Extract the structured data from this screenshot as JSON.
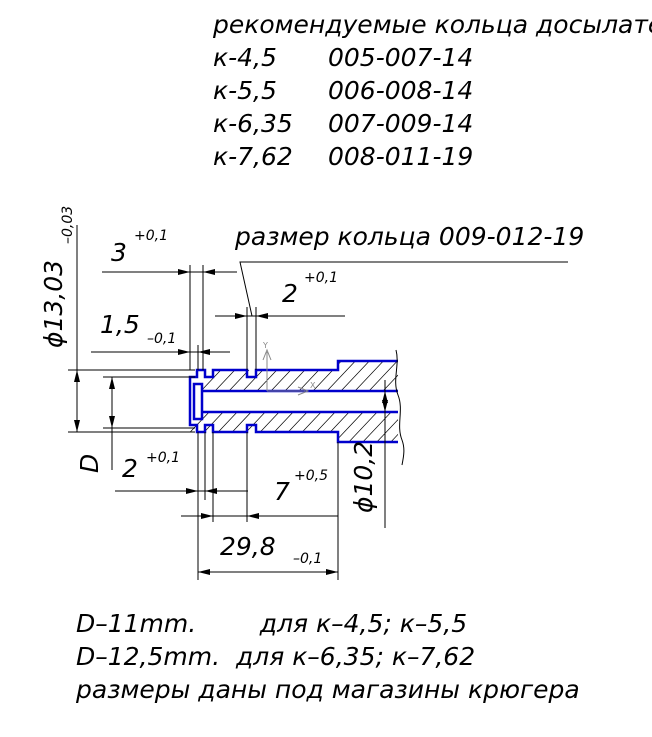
{
  "header": {
    "title": "рекомендуемые кольца досылателя",
    "rings": [
      {
        "caliber": "к-4,5",
        "ring": "005-007-14"
      },
      {
        "caliber": "к-5,5",
        "ring": "006-008-14"
      },
      {
        "caliber": "к-6,35",
        "ring": "007-009-14"
      },
      {
        "caliber": "к-7,62",
        "ring": "008-011-19"
      }
    ]
  },
  "drawing": {
    "ring_size_label": "размер кольца 009-012-19",
    "dims": {
      "outer_dia": "ϕ13,03",
      "outer_dia_tol": "–0,03",
      "groove_pos": "3",
      "groove_pos_tol": "+0,1",
      "flange": "1,5",
      "flange_tol": "–0,1",
      "groove2_width": "2",
      "groove2_width_tol": "+0,1",
      "groove1_width": "2",
      "groove1_width_tol": "+0,1",
      "groove_dist": "7",
      "groove_dist_tol": "+0,5",
      "length": "29,8",
      "length_tol": "–0,1",
      "inner_dia": "ϕ10,2",
      "d_label": "D",
      "axis_x": "X",
      "axis_y": "Y"
    },
    "colors": {
      "part": "#0000cc"
    }
  },
  "notes": [
    "D–11mm.        для к–4,5; к–5,5",
    "D–12,5mm.  для к–6,35; к–7,62",
    "размеры даны под магазины крюгера"
  ]
}
